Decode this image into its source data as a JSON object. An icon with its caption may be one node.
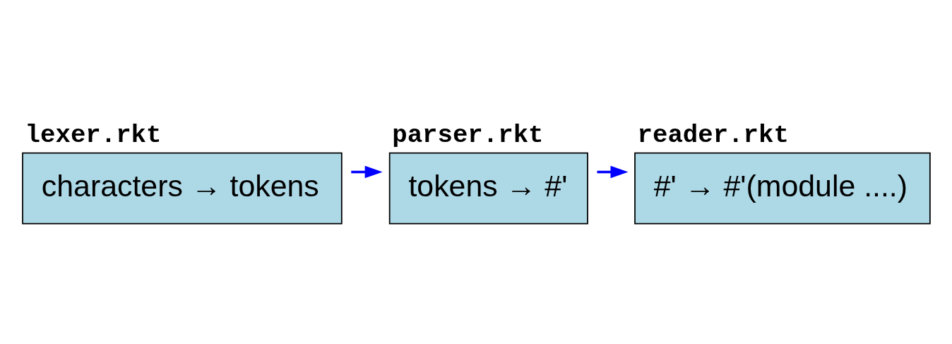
{
  "diagram": {
    "nodes": [
      {
        "text": [
          "lexer.rkt",
          "characters → tokens"
        ]
      },
      {
        "text": [
          "parser.rkt",
          "tokens → #'"
        ]
      },
      {
        "text": [
          "reader.rkt",
          "#' → #'(module ....)"
        ]
      }
    ],
    "edges": [
      {
        "from": 0,
        "to": 1,
        "arrow": "to",
        "color": "#0000ff"
      },
      {
        "from": 1,
        "to": 2,
        "arrow": "to",
        "color": "#0000ff"
      }
    ]
  }
}
